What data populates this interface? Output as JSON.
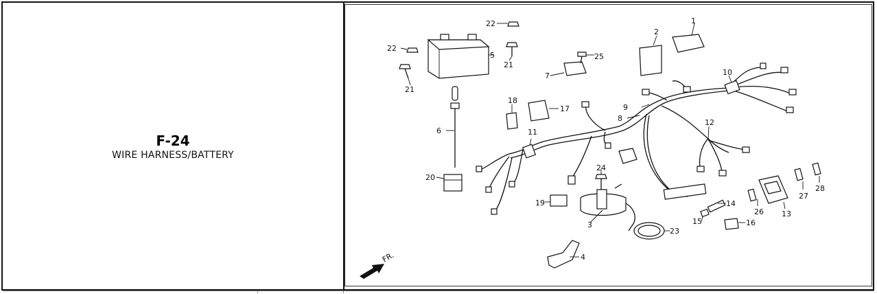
{
  "section": {
    "code": "F-24",
    "title": "WIRE HARNESS/BATTERY"
  },
  "diagram": {
    "direction_label": "FR.",
    "callouts": [
      "1",
      "2",
      "3",
      "4",
      "5",
      "6",
      "7",
      "8",
      "9",
      "10",
      "11",
      "12",
      "13",
      "14",
      "15",
      "16",
      "17",
      "18",
      "19",
      "20",
      "21",
      "21",
      "22",
      "22",
      "23",
      "24",
      "25",
      "26",
      "27",
      "28"
    ]
  }
}
